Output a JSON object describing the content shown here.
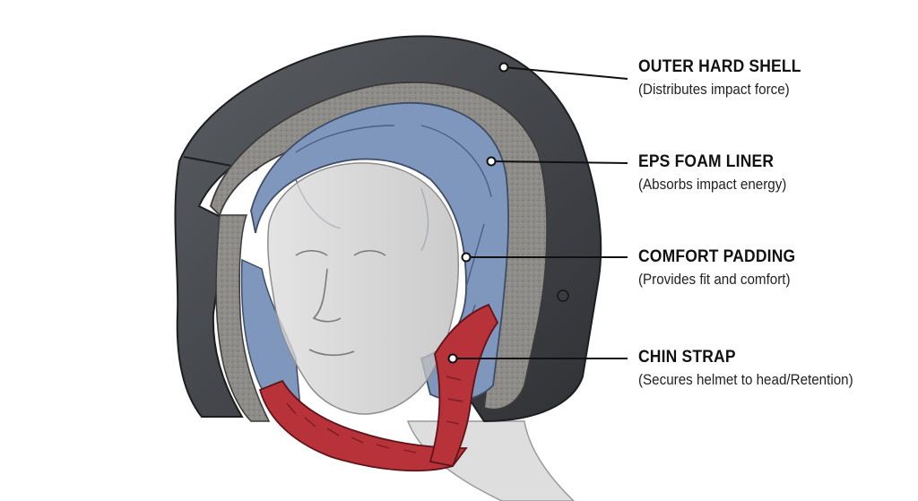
{
  "labels": [
    {
      "title": "OUTER HARD SHELL",
      "desc": "(Distributes impact force)"
    },
    {
      "title": "EPS FOAM LINER",
      "desc": "(Absorbs impact energy)"
    },
    {
      "title": "COMFORT PADDING",
      "desc": "(Provides fit and comfort)"
    },
    {
      "title": "CHIN STRAP",
      "desc": "(Secures helmet to head/Retention)"
    }
  ],
  "colors": {
    "shell": "#4a4d52",
    "shell_dark": "#2e3034",
    "foam": "#8a8986",
    "padding": "#7f95b8",
    "strap": "#b8323a",
    "head": "#c9c9c9",
    "leader": "#111111"
  }
}
